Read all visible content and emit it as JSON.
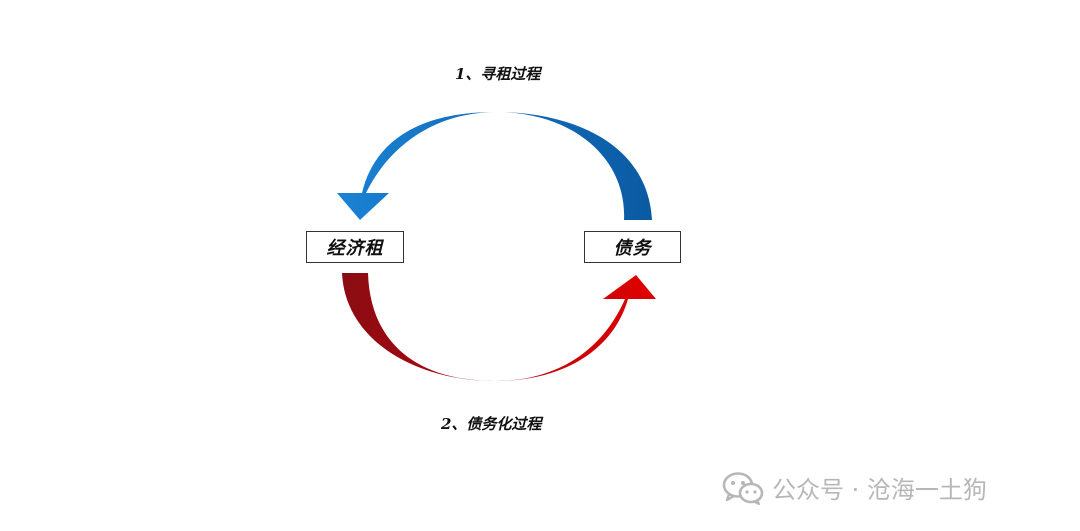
{
  "diagram": {
    "top_caption": "1、寻租过程",
    "bottom_caption": "2、债务化过程",
    "node_left": "经济租",
    "node_right": "债务",
    "colors": {
      "top_arrow_light": "#1a82d4",
      "top_arrow_dark": "#0b5aa3",
      "bottom_arrow_dark": "#8b0c14",
      "bottom_arrow_light": "#e00000",
      "box_border": "#333333",
      "text": "#111111"
    }
  },
  "watermark": {
    "text": "公众号 · 沧海一土狗",
    "icon": "wechat-icon",
    "color": "#b7b7b7"
  }
}
